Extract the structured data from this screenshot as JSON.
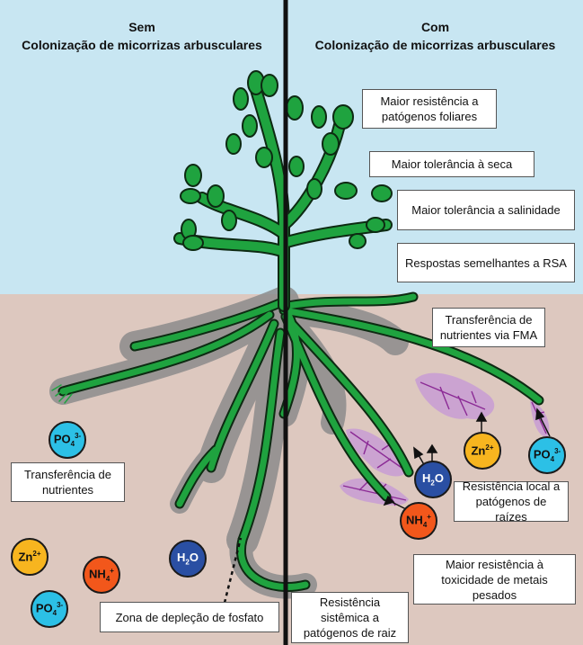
{
  "titles": {
    "left_line1": "Sem",
    "left_line2": "Colonização de micorrizas arbusculares",
    "right_line1": "Com",
    "right_line2": "Colonização de micorrizas arbusculares"
  },
  "boxes": {
    "foliar": "Maior resistência a patógenos foliares",
    "drought": "Maior tolerância à seca",
    "salinity": "Maior tolerância a salinidade",
    "rsa": "Respostas semelhantes a RSA",
    "amf_transfer": "Transferência de nutrientes via FMA",
    "nutrient_transfer": "Transferência de nutrientes",
    "local_resistance": "Resistência local a patógenos de raízes",
    "heavy_metals": "Maior resistência à toxicidade de metais pesados",
    "systemic": "Resistência sistêmica a patógenos de raiz",
    "depletion": "Zona de depleção de fosfato"
  },
  "ions": {
    "po4_base": "PO",
    "po4_sub": "4",
    "po4_sup": "3-",
    "zn_base": "Zn",
    "zn_sup": "2+",
    "nh4_base": "NH",
    "nh4_sub": "4",
    "nh4_sup": "+",
    "h2o_base": "H",
    "h2o_sub": "2",
    "h2o_end": "O"
  },
  "colors": {
    "sky": "#c8e6f2",
    "soil": "#ddc8bf",
    "plant": "#1fa33f",
    "plant_outline": "#0d2a12",
    "depletion_halo": "#8c8c8c",
    "mycorrhiza": "#c79ad6",
    "hyphae": "#8b2a95",
    "po4": "#2cc0e6",
    "zn": "#f7b51f",
    "nh4": "#f2571b",
    "h2o": "#2a4fa3"
  }
}
